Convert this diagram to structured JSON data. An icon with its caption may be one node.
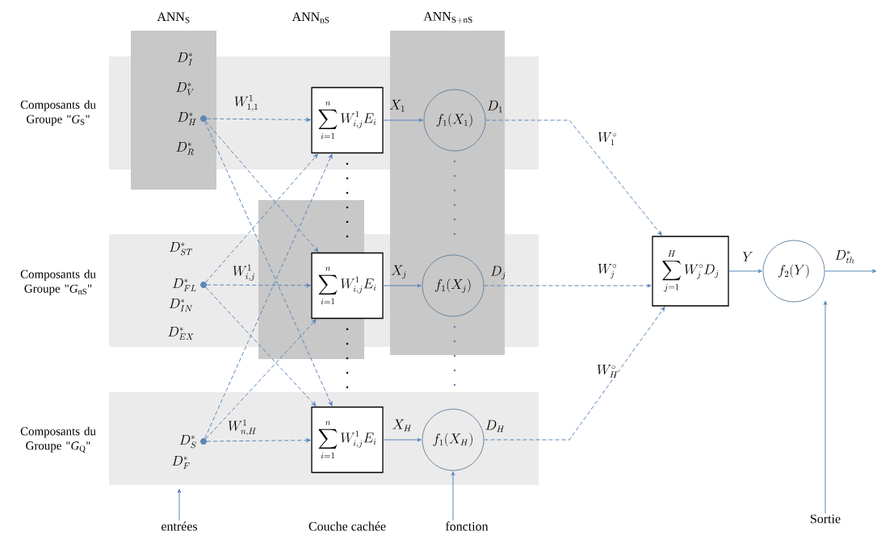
{
  "diagram": {
    "nodes": [
      {
        "text": [],
        "shape": "circle",
        "beside": [
          "D_H^{*}"
        ]
      },
      {
        "text": [],
        "shape": "circle",
        "beside": [
          "D_{FL}^{*}"
        ]
      },
      {
        "text": [],
        "shape": "circle",
        "beside": [
          "D_S^{*}"
        ]
      },
      {
        "text": [
          "\\sum_{i=1}^{n} W_{i,j}^{1} E_i"
        ]
      },
      {
        "text": [
          "\\sum_{i=1}^{n} W_{i,j}^{1} E_i"
        ]
      },
      {
        "text": [
          "\\sum_{i=1}^{n} W_{i,j}^{1} E_i"
        ]
      },
      {
        "text": [
          "f_1(X_1)"
        ]
      },
      {
        "text": [
          "f_1(X_j)"
        ]
      },
      {
        "text": [
          "f_1(X_H)"
        ]
      },
      {
        "text": [
          "\\sum_{j=1}^{H} W_j^{\\circ} D_j"
        ]
      },
      {
        "text": [
          "f_2(Y)"
        ]
      },
      {
        "text": [
          "entrées"
        ]
      },
      {
        "text": [
          "fonction"
        ]
      },
      {
        "text": [
          "Sortie"
        ]
      }
    ],
    "edges": [
      {
        "from": 0,
        "to": 3,
        "arrow": "to",
        "style": "dashed",
        "label": "W_{1,1}^{1}"
      },
      {
        "from": 0,
        "to": 4,
        "arrow": "to",
        "style": "dashed"
      },
      {
        "from": 0,
        "to": 5,
        "arrow": "to",
        "style": "dashed"
      },
      {
        "from": 1,
        "to": 3,
        "arrow": "to",
        "style": "dashed"
      },
      {
        "from": 1,
        "to": 4,
        "arrow": "to",
        "style": "dashed",
        "label": "W_{i,j}^{1}"
      },
      {
        "from": 1,
        "to": 5,
        "arrow": "to",
        "style": "dashed"
      },
      {
        "from": 2,
        "to": 3,
        "arrow": "to",
        "style": "dashed"
      },
      {
        "from": 2,
        "to": 4,
        "arrow": "to",
        "style": "dashed"
      },
      {
        "from": 2,
        "to": 5,
        "arrow": "to",
        "style": "dashed",
        "label": "W_{n,H}^{1}"
      },
      {
        "from": 3,
        "to": 6,
        "arrow": "to",
        "label": "X_1"
      },
      {
        "from": 4,
        "to": 7,
        "arrow": "to",
        "label": "X_j"
      },
      {
        "from": 5,
        "to": 8,
        "arrow": "to",
        "label": "X_H"
      },
      {
        "from": 6,
        "to": 9,
        "arrow": "to",
        "style": "dashed",
        "label": "W_1^{\\circ}"
      },
      {
        "from": 7,
        "to": 9,
        "arrow": "to",
        "style": "dashed",
        "label": "W_j^{\\circ}"
      },
      {
        "from": 8,
        "to": 9,
        "arrow": "to",
        "style": "dashed",
        "label": "W_H^{\\circ}"
      },
      {
        "from": 9,
        "to": 10,
        "arrow": "to",
        "label": "Y"
      },
      {
        "from": 10,
        "to": null,
        "arrow": "to",
        "label": "D_{th}^{*}"
      },
      {
        "from": 11,
        "to": null,
        "arrow": "to"
      },
      {
        "from": 12,
        "to": 8,
        "arrow": "to"
      },
      {
        "from": 13,
        "to": null,
        "arrow": "to"
      }
    ],
    "labels": [
      "\\mathrm{ANN}_{\\mathrm{S}}",
      "\\mathrm{ANN}_{\\mathrm{nS}}",
      "\\mathrm{ANN}_{\\mathrm{S+nS}}",
      "Composants du Groupe \"*G*$_{S}$\"",
      "Composants du Groupe \"*G*$_{nS}$\"",
      "Composants du Groupe \"*G*$_{Q}$\"",
      "D_I^{*}",
      "D_V^{*}",
      "D_R^{*}",
      "D_{ST}^{*}",
      "D_{IN}^{*}",
      "D_{EX}^{*}",
      "D_F^{*}",
      "D_1",
      "D_j",
      "D_H",
      "Couche cachée"
    ]
  }
}
